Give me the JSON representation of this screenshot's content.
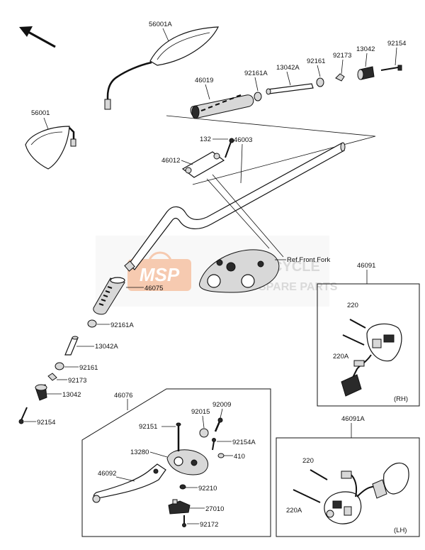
{
  "colors": {
    "line": "#111111",
    "watermark_orange": "#f0a070",
    "watermark_gray": "#c8c8c8"
  },
  "watermark": {
    "logo": "MSP",
    "line1": "MOTORCYCLE",
    "line2": "SPARE PARTS"
  },
  "labels": {
    "p56001A": "56001A",
    "p56001": "56001",
    "p46019": "46019",
    "p92161A_top": "92161A",
    "p13042A_top": "13042A",
    "p92161_top": "92161",
    "p92173_top": "92173",
    "p13042_top": "13042",
    "p92154_top": "92154",
    "p132": "132",
    "p46003": "46003",
    "p46012": "46012",
    "ref_front_fork": "Ref.Front Fork",
    "p46075": "46075",
    "p92161A_bot": "92161A",
    "p13042A_bot": "13042A",
    "p92161_bot": "92161",
    "p92173_bot": "92173",
    "p13042_bot": "13042",
    "p92154_bot": "92154",
    "p46091": "46091",
    "p220_rh": "220",
    "p220A_rh": "220A",
    "rh": "(RH)",
    "p46076": "46076",
    "p92151": "92151",
    "p92015": "92015",
    "p92009": "92009",
    "p92154A": "92154A",
    "p13280": "13280",
    "p410": "410",
    "p46092": "46092",
    "p92210": "92210",
    "p27010": "27010",
    "p92172": "92172",
    "p46091A": "46091A",
    "p220_lh": "220",
    "p220A_lh": "220A",
    "lh": "(LH)"
  }
}
